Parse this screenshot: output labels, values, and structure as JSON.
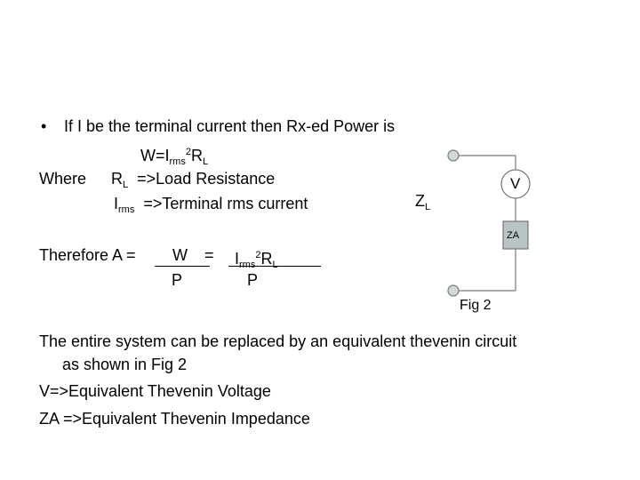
{
  "slide": {
    "bullet_char": "•",
    "line1": "If I be the terminal current then Rx-ed Power is",
    "formula": {
      "w": "W=I",
      "rms": "rms",
      "two": "2",
      "r": "R",
      "l": "L"
    },
    "where": {
      "label": "Where",
      "rl_r": "R",
      "rl_l": "L",
      "rl_desc": "=>Load Resistance",
      "irms_i": "I",
      "irms_sub": "rms",
      "irms_desc": "=>Terminal rms current"
    },
    "therefore": {
      "label": "Therefore A =",
      "w": "W",
      "eq": "=",
      "i": "I",
      "rms": "rms",
      "two": "2",
      "r": "R",
      "l": "L",
      "p1": "P",
      "p2": "P"
    },
    "figure": {
      "zl_z": "Z",
      "zl_l": "L",
      "v": "V",
      "za": "ZA",
      "caption": "Fig 2"
    },
    "body": {
      "line1": "The entire system can be replaced by an equivalent thevenin circuit",
      "line2": "as shown in Fig 2",
      "line3": "V=>Equivalent Thevenin Voltage",
      "line4": "ZA =>Equivalent Thevenin Impedance"
    },
    "colors": {
      "circuit_line": "#777777",
      "terminal_fill": "#d0d8d8",
      "source_fill": "#ffffff",
      "impedance_fill": "#b8c4c4"
    }
  }
}
